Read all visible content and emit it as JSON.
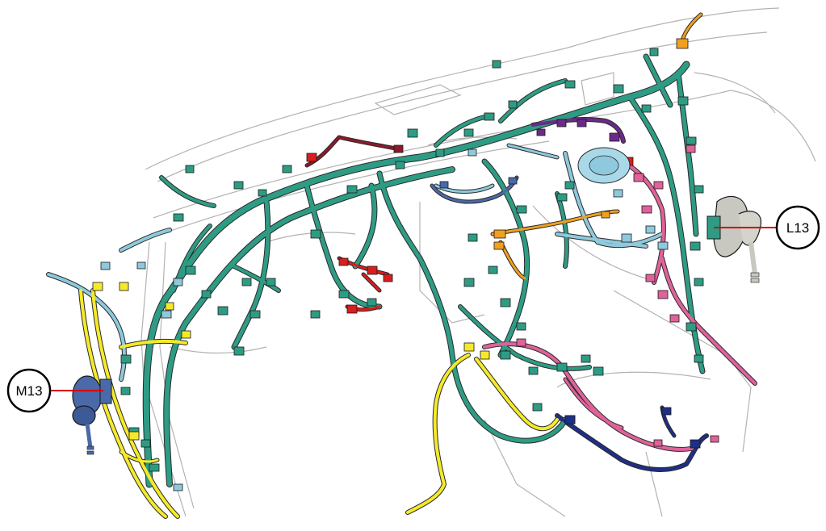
{
  "callouts": [
    {
      "label": "M13",
      "side": "left"
    },
    {
      "label": "L13",
      "side": "right"
    }
  ],
  "colors": {
    "main_harness": "#2e9c84",
    "light_blue": "#8ec9dd",
    "yellow": "#f5ea2a",
    "pink": "#e0629a",
    "red": "#d81e1e",
    "purple": "#6b2a8a",
    "navy": "#1f2f86",
    "orange": "#f0a020",
    "dark_red": "#8a1a2a",
    "slate_blue": "#4a69a8",
    "grey_connector": "#c8c8c0",
    "leader_line": "#d40000"
  },
  "components": {
    "M13": {
      "connector_color": "slate_blue",
      "icon": "speaker-connector-icon"
    },
    "L13": {
      "connector_color": "grey_connector",
      "icon": "speaker-connector-icon"
    }
  }
}
